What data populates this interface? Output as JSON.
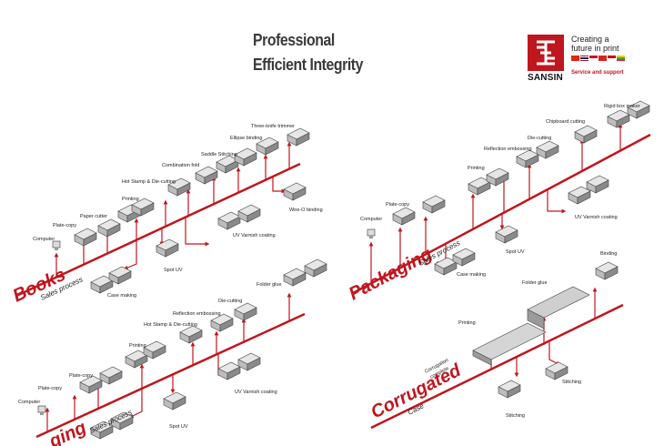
{
  "header": {
    "title_line1": "Professional",
    "title_line2": "Efficient Integrity"
  },
  "brand": {
    "name": "SANSIN",
    "tagline_line1": "Creating a",
    "tagline_line2": "future in print",
    "service": "Service and support",
    "accent": "#c0161e"
  },
  "books": {
    "title": "Books",
    "subtitle": "Sales process",
    "labels": {
      "computer": "Computer",
      "plate_copy": "Plate-copy",
      "paper_cutter": "Paper cutter",
      "printing": "Printing",
      "hot_stamp": "Hot Stamp & Die-cutting",
      "combination_fold": "Combination fold",
      "saddle_stitching": "Saddle Stitching",
      "ellipse_binding": "Ellipse binding",
      "three_knife": "Three-knife trimmer",
      "wire_o": "Wire-O binding",
      "uv_varnish": "UV Varnish coating",
      "spot_uv": "Spot UV",
      "case_making": "Case making"
    }
  },
  "packaging": {
    "title": "Packaging",
    "subtitle": "Sales process",
    "labels": {
      "computer": "Computer",
      "plate_copy": "Plate-copy",
      "printing": "Printing",
      "reflection_embossing": "Reflection embossing",
      "die_cutting": "Die-cutting",
      "chipboard_cutting": "Chipboard cutting",
      "rigid_box": "Rigid box maker",
      "uv_varnish": "UV Varnish coating",
      "spot_uv": "Spot UV",
      "case_making": "Case making"
    }
  },
  "labels_third": {
    "title": "ging",
    "subtitle": "Sales process",
    "labels": {
      "computer": "Computer",
      "plate_copy_a": "Plate-copy",
      "plate_copy_b": "Plate-copy",
      "printing": "Printing",
      "hot_stamp": "Hot Stamp & Die-cutting",
      "reflection_embossing": "Reflection embossing",
      "die_cutting": "Die-cutting",
      "folder_glue": "Folder glue",
      "uv_varnish": "UV Varnish coating",
      "spot_uv": "Spot UV"
    }
  },
  "corrugated": {
    "title": "Corrugated",
    "subtitle": "Case",
    "labels": {
      "printing": "Printing",
      "folder_glue": "Folder glue",
      "binding": "Binding",
      "corrugation_l1": "Corrugation",
      "corrugation_l2": "complete",
      "stitching_a": "Stitching",
      "stitching_b": "Stitching"
    }
  }
}
